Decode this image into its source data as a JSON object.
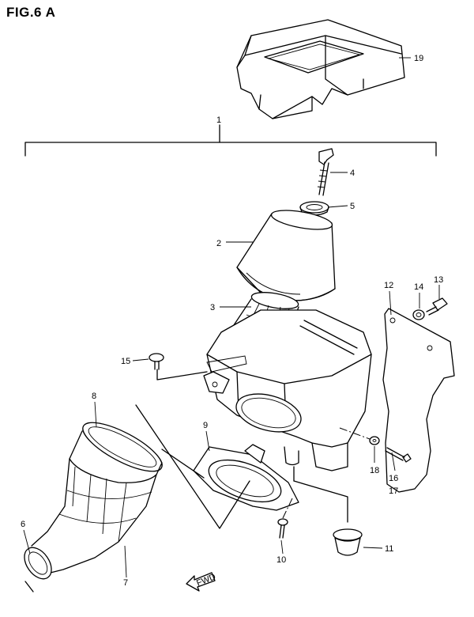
{
  "figure": {
    "title": "FIG.6 A"
  },
  "fwd_label": "FWD",
  "callouts": [
    {
      "id": "p1",
      "label": "1"
    },
    {
      "id": "p2",
      "label": "2"
    },
    {
      "id": "p3",
      "label": "3"
    },
    {
      "id": "p4",
      "label": "4"
    },
    {
      "id": "p5",
      "label": "5"
    },
    {
      "id": "p6",
      "label": "6"
    },
    {
      "id": "p7",
      "label": "7"
    },
    {
      "id": "p8",
      "label": "8"
    },
    {
      "id": "p9",
      "label": "9"
    },
    {
      "id": "p10",
      "label": "10"
    },
    {
      "id": "p11",
      "label": "11"
    },
    {
      "id": "p12",
      "label": "12"
    },
    {
      "id": "p13",
      "label": "13"
    },
    {
      "id": "p14",
      "label": "14"
    },
    {
      "id": "p15",
      "label": "15"
    },
    {
      "id": "p16",
      "label": "16"
    },
    {
      "id": "p17",
      "label": "17"
    },
    {
      "id": "p18",
      "label": "18"
    },
    {
      "id": "p19",
      "label": "19"
    }
  ]
}
